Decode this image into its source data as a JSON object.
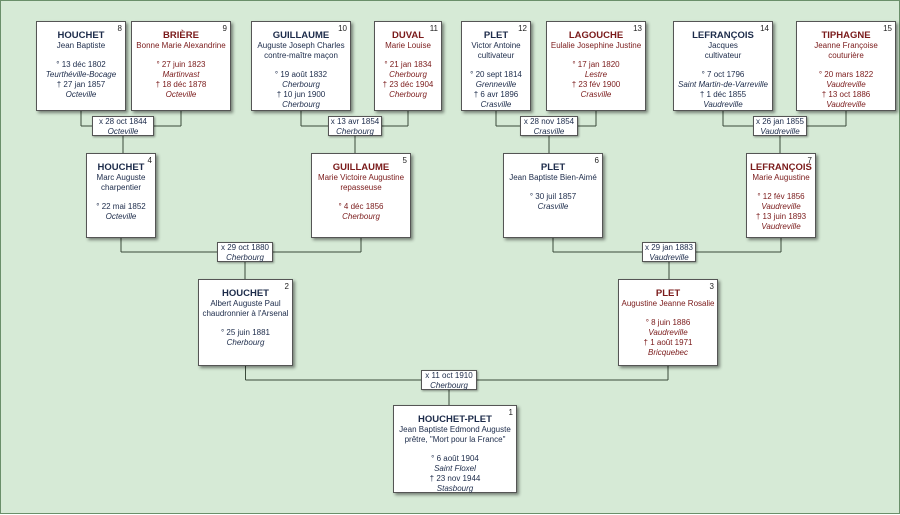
{
  "persons": [
    {
      "num": "8",
      "surname": "HOUCHET",
      "given": "Jean Baptiste",
      "sex": "m",
      "lines": [],
      "events": [
        {
          "date": "° 13 déc 1802",
          "place": "Teurthéville-Bocage"
        },
        {
          "date": "† 27 jan 1857",
          "place": "Octeville"
        }
      ]
    },
    {
      "num": "9",
      "surname": "BRIÈRE",
      "given": "Bonne Marie Alexandrine",
      "sex": "f",
      "lines": [],
      "events": [
        {
          "date": "° 27 juin 1823",
          "place": "Martinvast"
        },
        {
          "date": "† 18 déc 1878",
          "place": "Octeville"
        }
      ]
    },
    {
      "num": "10",
      "surname": "GUILLAUME",
      "given": "Auguste Joseph Charles",
      "sex": "m",
      "lines": [
        "contre-maître maçon"
      ],
      "events": [
        {
          "date": "° 19 août 1832",
          "place": "Cherbourg"
        },
        {
          "date": "† 10 jun 1900",
          "place": "Cherbourg"
        }
      ]
    },
    {
      "num": "11",
      "surname": "DUVAL",
      "given": "Marie Louise",
      "sex": "f",
      "lines": [],
      "events": [
        {
          "date": "° 21 jan 1834",
          "place": "Cherbourg"
        },
        {
          "date": "† 23 déc 1904",
          "place": "Cherbourg"
        }
      ]
    },
    {
      "num": "12",
      "surname": "PLET",
      "given": "Victor Antoine",
      "sex": "m",
      "lines": [
        "cultivateur"
      ],
      "events": [
        {
          "date": "° 20 sept 1814",
          "place": "Grenneville"
        },
        {
          "date": "† 6 avr 1896",
          "place": "Crasville"
        }
      ]
    },
    {
      "num": "13",
      "surname": "LAGOUCHE",
      "given": "Eulalie Josephine Justine",
      "sex": "f",
      "lines": [],
      "events": [
        {
          "date": "° 17 jan 1820",
          "place": "Lestre"
        },
        {
          "date": "† 23 fév 1900",
          "place": "Crasville"
        }
      ]
    },
    {
      "num": "14",
      "surname": "LEFRANÇOIS",
      "given": "Jacques",
      "sex": "m",
      "lines": [
        "cultivateur"
      ],
      "events": [
        {
          "date": "° 7 oct 1796",
          "place": "Saint Martin-de-Varreville"
        },
        {
          "date": "† 1 déc 1855",
          "place": "Vaudreville"
        }
      ]
    },
    {
      "num": "15",
      "surname": "TIPHAGNE",
      "given": "Jeanne Françoise",
      "sex": "f",
      "lines": [
        "couturière"
      ],
      "events": [
        {
          "date": "° 20 mars 1822",
          "place": "Vaudreville"
        },
        {
          "date": "† 13 oct 1886",
          "place": "Vaudreville"
        }
      ]
    },
    {
      "num": "4",
      "surname": "HOUCHET",
      "given": "Marc Auguste",
      "sex": "m",
      "lines": [
        "charpentier"
      ],
      "events": [
        {
          "date": "° 22 mai 1852",
          "place": "Octeville"
        }
      ]
    },
    {
      "num": "5",
      "surname": "GUILLAUME",
      "given": "Marie Victoire Augustine",
      "sex": "f",
      "lines": [
        "repasseuse"
      ],
      "events": [
        {
          "date": "° 4 déc 1856",
          "place": "Cherbourg"
        }
      ]
    },
    {
      "num": "6",
      "surname": "PLET",
      "given": "Jean Baptiste Bien-Aimé",
      "sex": "m",
      "lines": [],
      "events": [
        {
          "date": "° 30 juil 1857",
          "place": "Crasville"
        }
      ]
    },
    {
      "num": "7",
      "surname": "LEFRANÇOIS",
      "given": "Marie Augustine",
      "sex": "f",
      "lines": [],
      "events": [
        {
          "date": "° 12 fév 1856",
          "place": "Vaudreville"
        },
        {
          "date": "† 13 juin 1893",
          "place": "Vaudreville"
        }
      ]
    },
    {
      "num": "2",
      "surname": "HOUCHET",
      "given": "Albert Auguste Paul",
      "sex": "m",
      "lines": [
        "chaudronnier à l'Arsenal"
      ],
      "events": [
        {
          "date": "° 25 juin 1881",
          "place": "Cherbourg"
        }
      ]
    },
    {
      "num": "3",
      "surname": "PLET",
      "given": "Augustine Jeanne Rosalie",
      "sex": "f",
      "lines": [],
      "events": [
        {
          "date": "° 8 juin 1886",
          "place": "Vaudreville"
        },
        {
          "date": "† 1 août 1971",
          "place": "Bricquebec"
        }
      ]
    },
    {
      "num": "1",
      "surname": "HOUCHET-PLET",
      "given": "Jean Baptiste Edmond Auguste",
      "sex": "m",
      "lines": [
        "prêtre, \"Mort pour la France\""
      ],
      "events": [
        {
          "date": "° 6 août 1904",
          "place": "Saint Floxel"
        },
        {
          "date": "† 23 nov 1944",
          "place": "Stasbourg"
        }
      ]
    }
  ],
  "marriages": [
    {
      "date": "x 28 oct 1844",
      "place": "Octeville"
    },
    {
      "date": "x 13 avr 1854",
      "place": "Cherbourg"
    },
    {
      "date": "x 28 nov 1854",
      "place": "Crasville"
    },
    {
      "date": "x 26 jan 1855",
      "place": "Vaudreville"
    },
    {
      "date": "x 29 oct 1880",
      "place": "Cherbourg"
    },
    {
      "date": "x 29 jan 1883",
      "place": "Vaudreville"
    },
    {
      "date": "x 11 oct 1910",
      "place": "Cherbourg"
    }
  ],
  "colors": {
    "background": "#d6ead6",
    "male_text": "#1c2b4a",
    "female_text": "#7a1a1a",
    "connector": "#3a4a3a"
  }
}
